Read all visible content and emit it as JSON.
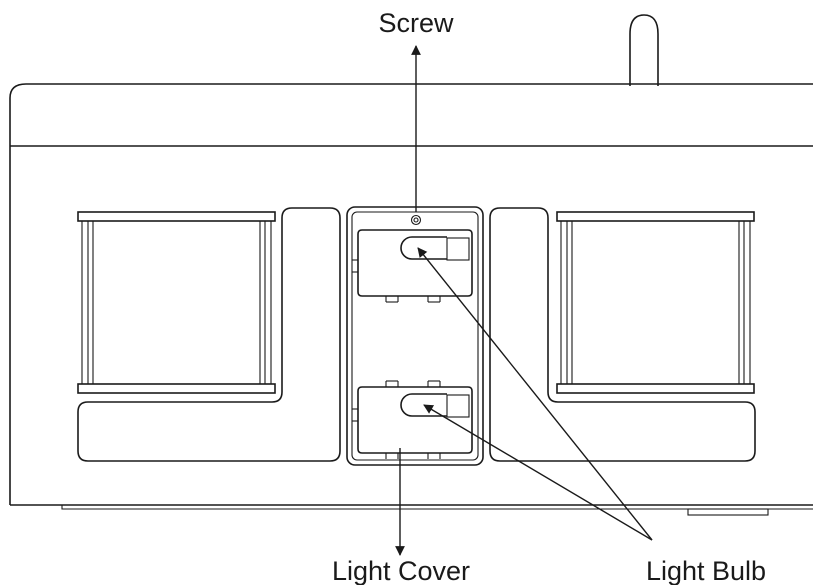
{
  "labels": {
    "screw": "Screw",
    "light_cover": "Light Cover",
    "light_bulb": "Light Bulb"
  }
}
